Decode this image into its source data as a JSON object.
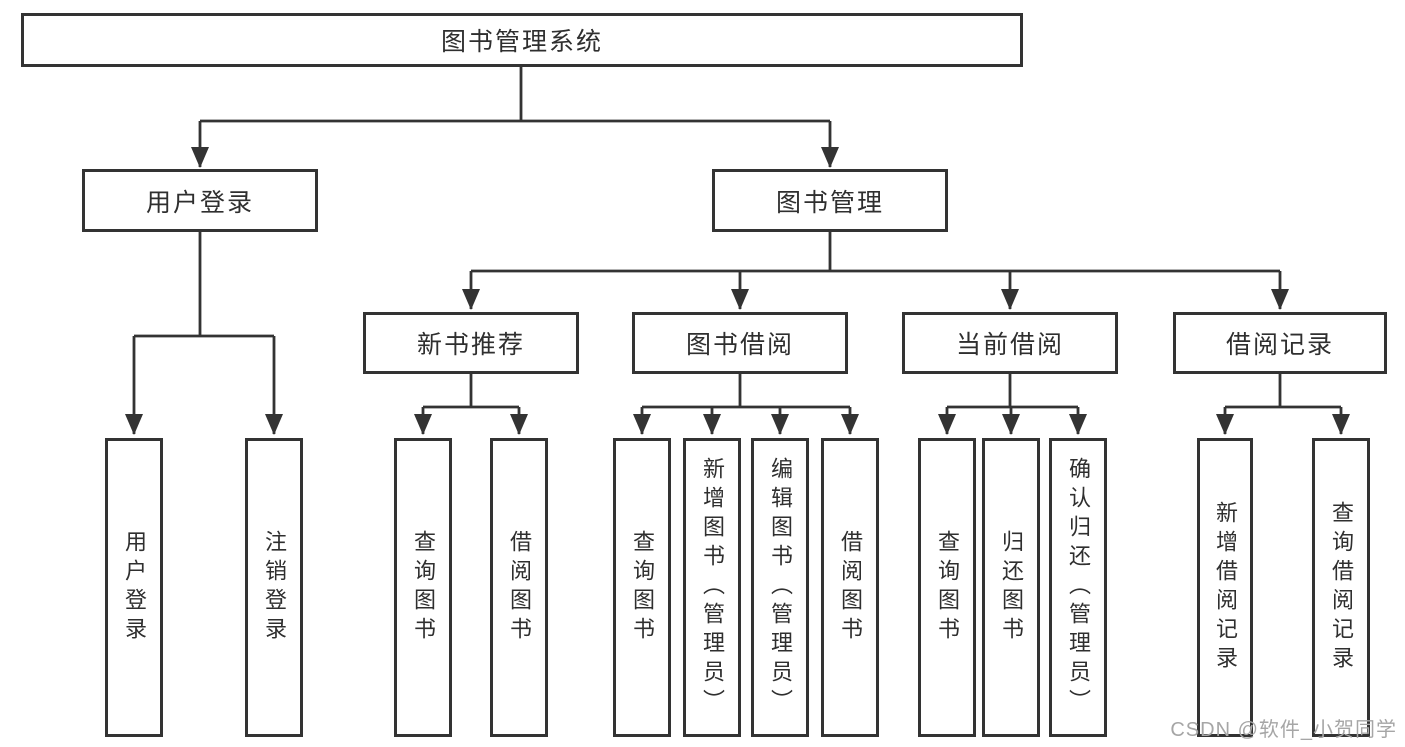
{
  "nodes": {
    "root": "图书管理系统",
    "user_login": "用户登录",
    "book_management": "图书管理",
    "new_book_recommend": "新书推荐",
    "book_borrowing": "图书借阅",
    "current_borrowing": "当前借阅",
    "borrowing_records": "借阅记录"
  },
  "leaves": {
    "user_login": "用户登录",
    "logout_login": "注销登录",
    "recommend_query_books": "查询图书",
    "recommend_borrow_books": "借阅图书",
    "borrowing_query_books": "查询图书",
    "borrowing_add_books_admin": "新增图书（管理员）",
    "borrowing_edit_books_admin": "编辑图书（管理员）",
    "borrowing_borrow_books": "借阅图书",
    "current_query_books": "查询图书",
    "current_return_books": "归还图书",
    "current_confirm_return_admin": "确认归还（管理员）",
    "records_add_borrow_record": "新增借阅记录",
    "records_query_borrow_record": "查询借阅记录"
  },
  "watermark": "CSDN @软件_小贺同学",
  "colors": {
    "line": "#333333",
    "border": "#333333",
    "fill": "#ffffff",
    "text": "#2f2f2f",
    "watermark": "#a6a6a6"
  }
}
